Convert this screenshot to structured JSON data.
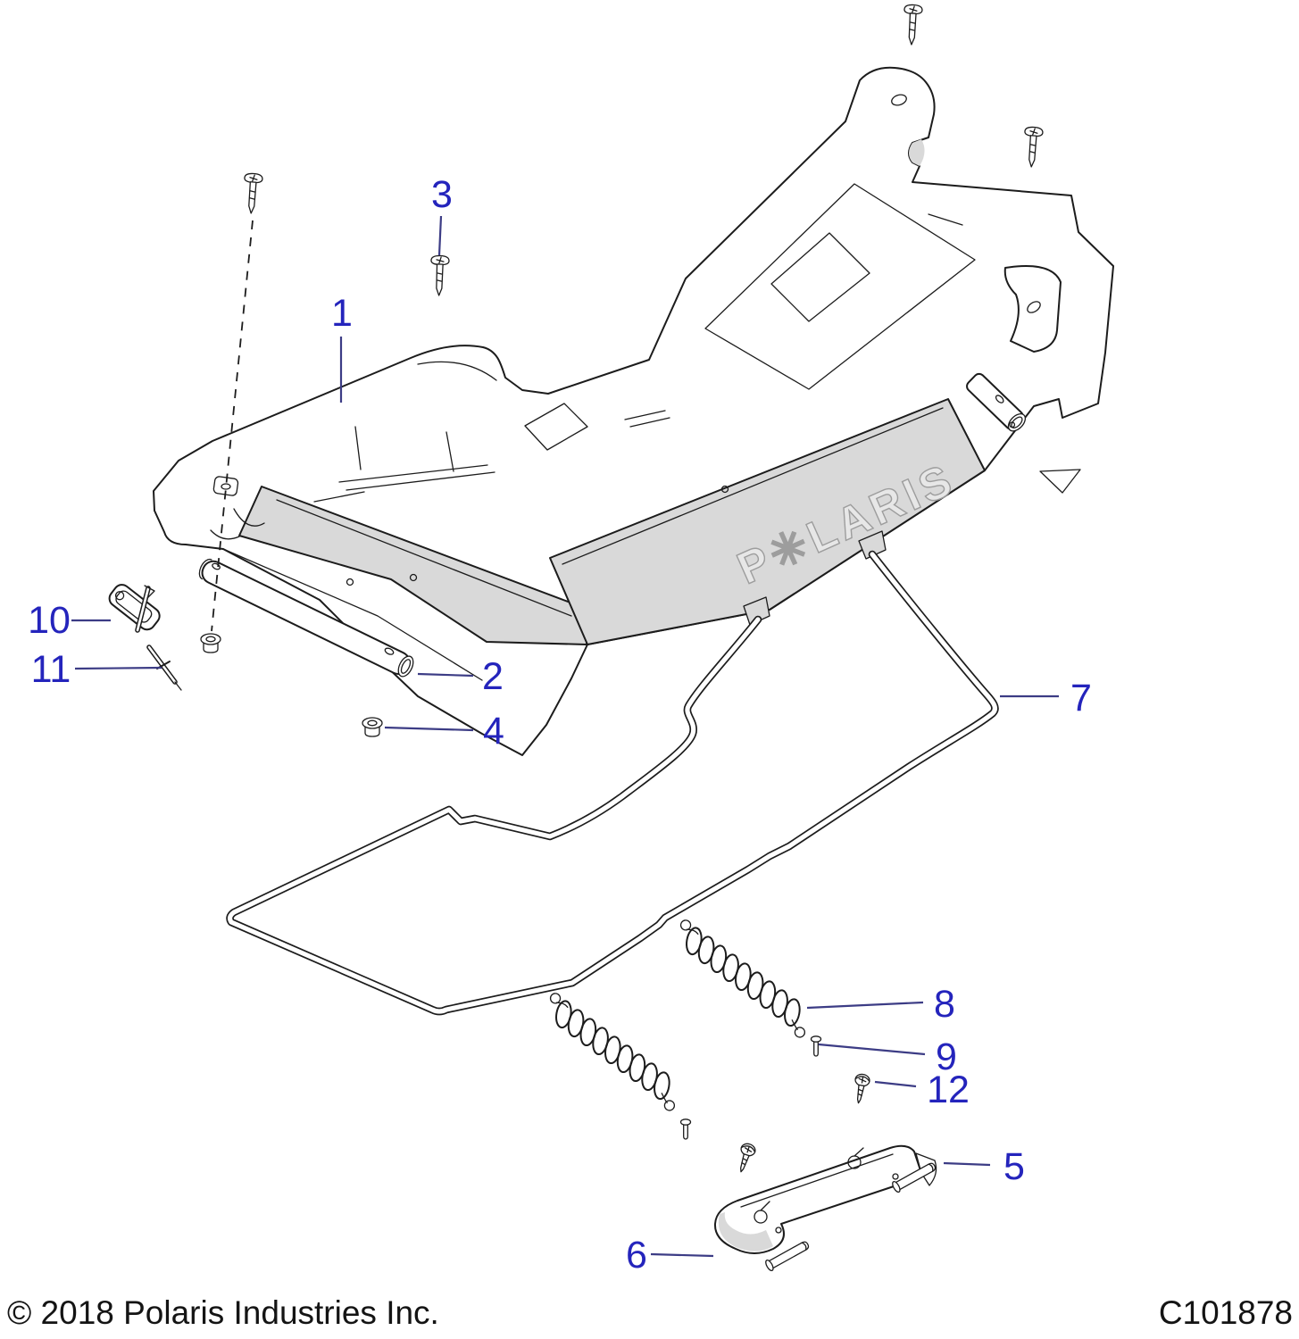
{
  "footer": {
    "copyright": "© 2018 Polaris Industries Inc.",
    "diagram_code": "C101878"
  },
  "drawing": {
    "title_hint": "Exploded parts view of a Polaris front rack / storage cover assembly",
    "brand_logo_text": "P✳LARIS",
    "callouts": [
      {
        "n": "1"
      },
      {
        "n": "2"
      },
      {
        "n": "3"
      },
      {
        "n": "4"
      },
      {
        "n": "5"
      },
      {
        "n": "6"
      },
      {
        "n": "7"
      },
      {
        "n": "8"
      },
      {
        "n": "9"
      },
      {
        "n": "10"
      },
      {
        "n": "11"
      },
      {
        "n": "12"
      }
    ],
    "colors": {
      "callout_blue": "#2424bc",
      "leader_blue": "#3c3c85",
      "line": "#1c1c1c",
      "shade": "#d9d9d9",
      "footer_text": "#141414"
    }
  }
}
